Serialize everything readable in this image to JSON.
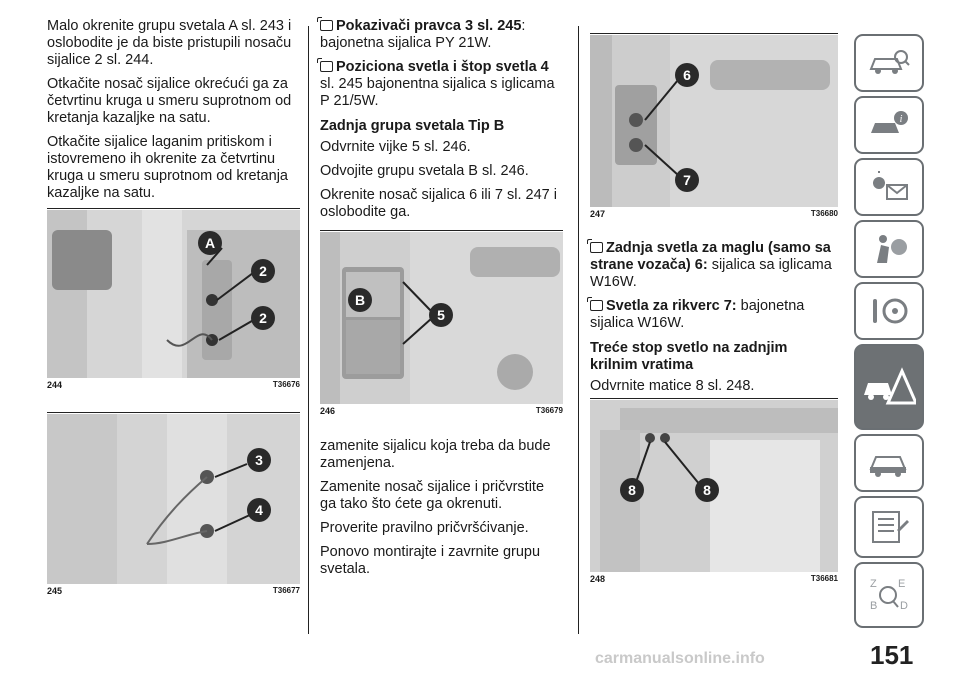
{
  "col1": {
    "p1": "Malo okrenite grupu svetala A sl. 243 i oslobodite je da biste pristupili nosaču sijalice 2 sl. 244.",
    "p2": "Otkačite nosač sijalice okrećući ga za četvrtinu kruga u smeru suprotnom od kretanja kazaljke na satu.",
    "p3": "Otkačite sijalice laganim pritiskom i istovremeno ih okrenite za četvrtinu kruga u smeru suprotnom od kretanja kazaljke na satu."
  },
  "col2": {
    "b1_title": "Pokazivači pravca 3 sl. 245",
    "b1_colon": ":",
    "b1_text": "bajonetna sijalica PY 21W.",
    "b2_title": "Poziciona svetla i štop svetla 4",
    "b2_text": "sl. 245 bajonentna sijalica s iglicama P 21/5W.",
    "heading": "Zadnja grupa svetala Tip B",
    "p1": "Odvrnite vijke 5 sl. 246.",
    "p2": "Odvojite grupu svetala B sl. 246.",
    "p3": "Okrenite nosač sijalica 6 ili 7 sl. 247 i oslobodite ga.",
    "p4": "zamenite sijalicu koja treba da bude zamenjena.",
    "p5": "Zamenite nosač sijalice i pričvrstite ga tako što ćete ga okrenuti.",
    "p6": "Proverite pravilno pričvršćivanje.",
    "p7": "Ponovo montirajte i zavrnite grupu svetala."
  },
  "col3": {
    "b1_title": "Zadnja svetla za maglu (samo sa strane vozača) 6:",
    "b1_text": "sijalica sa iglicama W16W.",
    "b2_title": "Svetla za rikverc 7:",
    "b2_text": "bajonetna sijalica W16W.",
    "heading": "Treće stop svetlo na zadnjim krilnim vratima",
    "p1": "Odvrnite matice 8 sl. 248."
  },
  "figures": {
    "f244": {
      "num": "244",
      "code": "T36676",
      "labels": [
        "A",
        "2",
        "2"
      ]
    },
    "f245": {
      "num": "245",
      "code": "T36677",
      "labels": [
        "3",
        "4"
      ]
    },
    "f246": {
      "num": "246",
      "code": "T36679",
      "labels": [
        "B",
        "5"
      ]
    },
    "f247": {
      "num": "247",
      "code": "T36680",
      "labels": [
        "6",
        "7"
      ]
    },
    "f248": {
      "num": "248",
      "code": "T36681",
      "labels": [
        "8",
        "8"
      ]
    }
  },
  "page_number": "151",
  "footer": "carmanualsonline.info",
  "tabs": [
    "car-search-icon",
    "car-info-icon",
    "light-mail-icon",
    "airbag-icon",
    "steering-key-icon",
    "car-warning-icon",
    "car-icon",
    "checklist-icon",
    "alphabet-search-icon"
  ],
  "active_tab": 5,
  "colors": {
    "tab_border": "#6a6f73",
    "tab_active": "#6d7174",
    "badge": "#2a2a2a"
  }
}
